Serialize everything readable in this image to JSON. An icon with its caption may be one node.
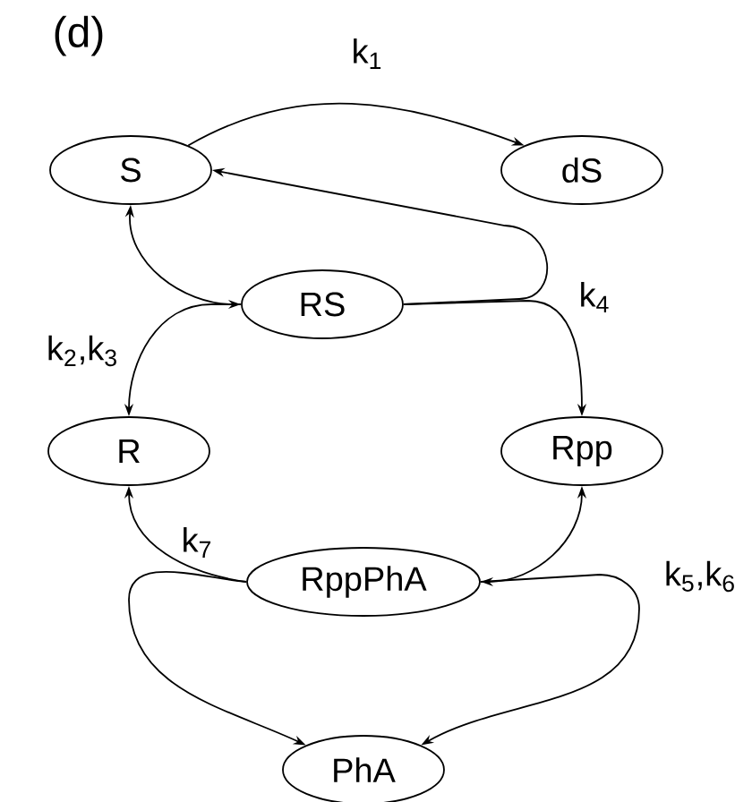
{
  "diagram": {
    "nodes": [
      {
        "text": [
          "S"
        ]
      },
      {
        "text": [
          "dS"
        ]
      },
      {
        "text": [
          "RS"
        ]
      },
      {
        "text": [
          "R"
        ]
      },
      {
        "text": [
          "Rpp"
        ]
      },
      {
        "text": [
          "RppPhA"
        ]
      },
      {
        "text": [
          "PhA"
        ]
      }
    ],
    "edges": [
      {
        "from": 0,
        "to": 1,
        "arrow": "to",
        "label": "k$_{1}$"
      },
      {
        "from": 0,
        "to": 2,
        "arrow": "both"
      },
      {
        "from": 2,
        "to": 3,
        "arrow": "to",
        "label": "k$_{2}$,k$_{3}$"
      },
      {
        "from": 2,
        "to": 0,
        "arrow": "to",
        "label": "k$_{4}$"
      },
      {
        "from": 2,
        "to": 4,
        "arrow": "to"
      },
      {
        "from": 4,
        "to": 5,
        "arrow": "both"
      },
      {
        "from": 5,
        "to": 6,
        "arrow": "to",
        "label": "k$_{5}$,k$_{6}$"
      },
      {
        "from": 5,
        "to": 3,
        "arrow": "to",
        "label": "k$_{7}$"
      },
      {
        "from": 5,
        "to": 6,
        "arrow": "to"
      }
    ],
    "labels": [
      "(d)"
    ]
  }
}
